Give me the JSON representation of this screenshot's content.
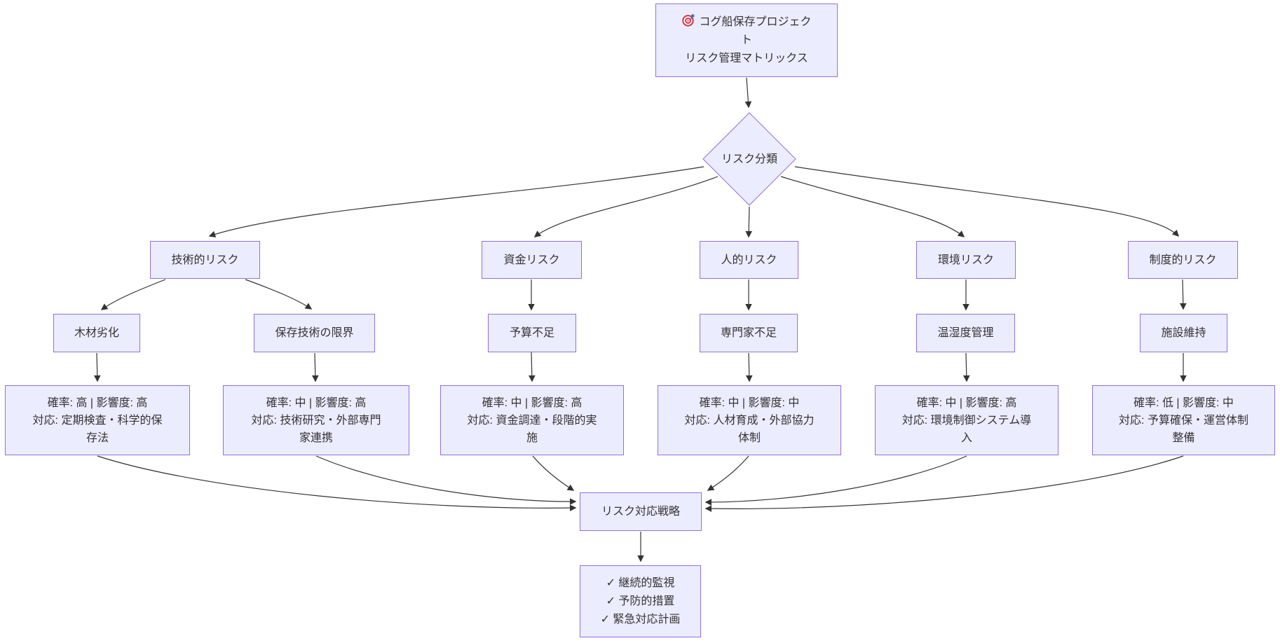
{
  "diagram": {
    "root": {
      "icon": "target-icon",
      "title": "コグ船保存プロジェク\nト\nリスク管理マトリックス"
    },
    "decision": {
      "label": "リスク分類"
    },
    "categories": [
      {
        "label": "技術的リスク"
      },
      {
        "label": "資金リスク"
      },
      {
        "label": "人的リスク"
      },
      {
        "label": "環境リスク"
      },
      {
        "label": "制度的リスク"
      }
    ],
    "subrisks": [
      {
        "label": "木材劣化"
      },
      {
        "label": "保存技術の限界"
      },
      {
        "label": "予算不足"
      },
      {
        "label": "専門家不足"
      },
      {
        "label": "温湿度管理"
      },
      {
        "label": "施設維持"
      }
    ],
    "details": [
      {
        "risk": "確率: 高 | 影響度: 高",
        "action": "対応: 定期検査・科学的保存法"
      },
      {
        "risk": "確率: 中 | 影響度: 高",
        "action": "対応: 技術研究・外部専門家連携"
      },
      {
        "risk": "確率: 中 | 影響度: 高",
        "action": "対応: 資金調達・段階的実施"
      },
      {
        "risk": "確率: 中 | 影響度: 中",
        "action": "対応: 人材育成・外部協力体制"
      },
      {
        "risk": "確率: 中 | 影響度: 高",
        "action": "対応: 環境制御システム導入"
      },
      {
        "risk": "確率: 低 | 影響度: 中",
        "action": "対応: 予算確保・運営体制整備"
      }
    ],
    "strategy": {
      "label": "リスク対応戦略"
    },
    "final": {
      "items": [
        "✓ 継続的監視",
        "✓ 予防的措置",
        "✓ 緊急対応計画"
      ]
    },
    "colors": {
      "node_fill": "#ECECFF",
      "node_border": "#9370DB",
      "edge": "#333333",
      "text": "#333333",
      "icon_red": "#dd2e44",
      "icon_blue": "#3b6fd4"
    }
  }
}
